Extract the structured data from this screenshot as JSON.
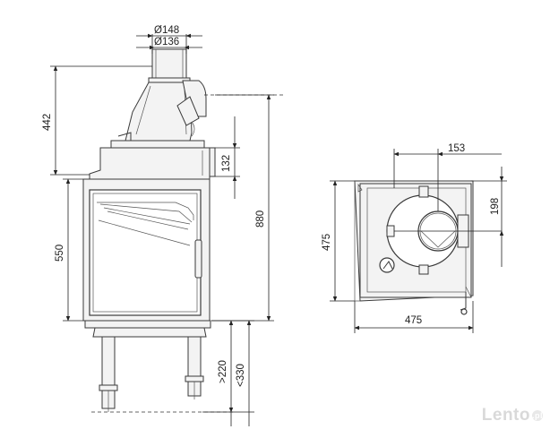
{
  "dimensions": {
    "flue_outer": "Ø148",
    "flue_inner": "Ø136",
    "top_height": "442",
    "total_height": "880",
    "collar_height": "132",
    "door_height": "550",
    "leg_min": ">220",
    "leg_max": "<330",
    "plan_depth": "475",
    "plan_width": "475",
    "flue_offset_x": "153",
    "flue_offset_y": "198"
  },
  "watermark": {
    "brand": "Lento",
    "suffix": ".pl"
  }
}
